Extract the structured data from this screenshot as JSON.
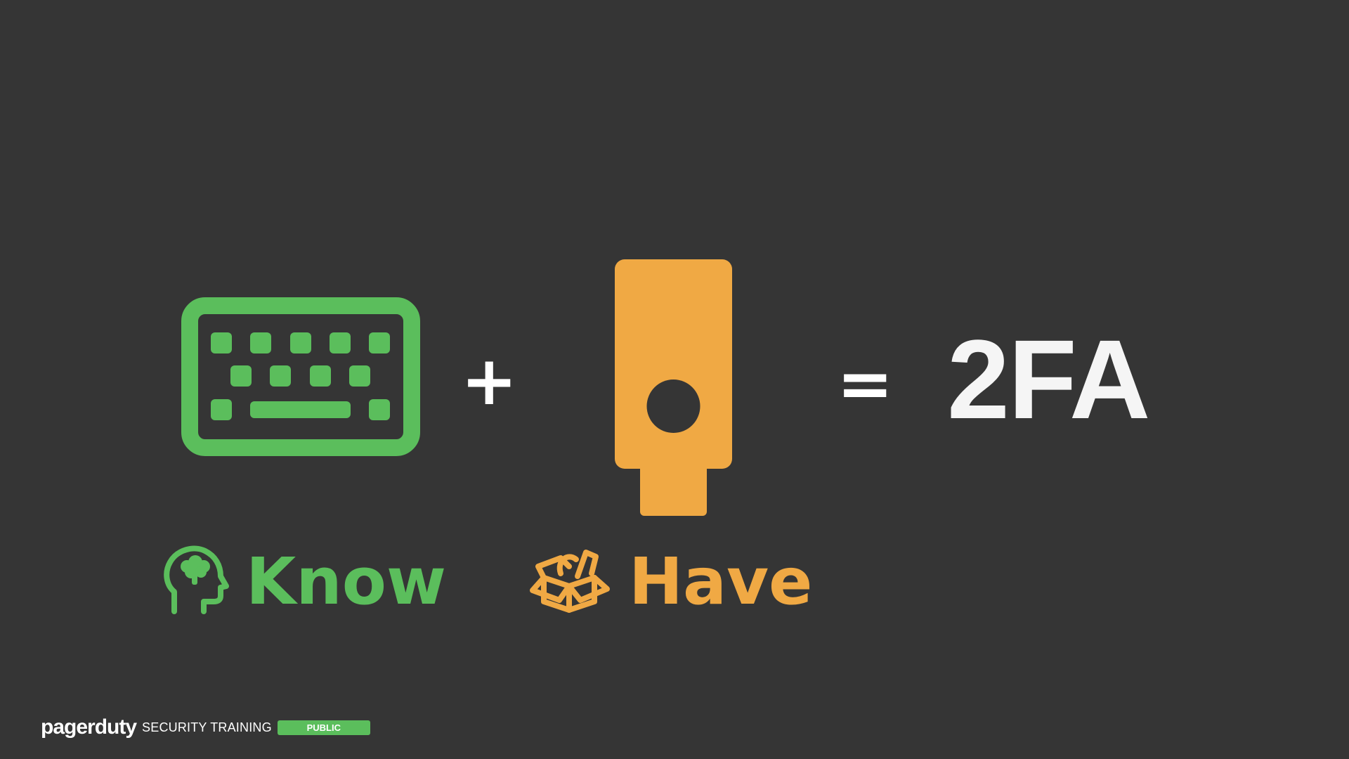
{
  "slide": {
    "operator_plus": "+",
    "operator_equals": "=",
    "result": "2FA",
    "know_label": "Know",
    "have_label": "Have"
  },
  "footer": {
    "brand": "pagerduty",
    "training": "SECURITY TRAINING",
    "badge": "PUBLIC"
  },
  "icons": {
    "keyboard": "keyboard-icon",
    "security_key": "usb-security-key-icon",
    "head": "head-brain-icon",
    "box": "open-box-icon"
  },
  "colors": {
    "background": "#353535",
    "know_green": "#5BBE5C",
    "have_orange": "#F0A944",
    "text_white": "#FFFFFF"
  }
}
